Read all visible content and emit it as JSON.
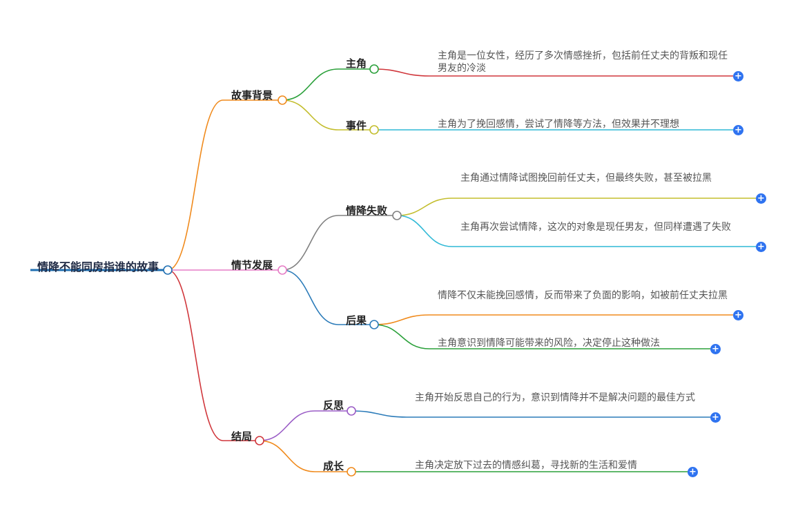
{
  "root": {
    "label": "情降不能同房指谁的故事"
  },
  "branches": [
    {
      "label": "故事背景",
      "children": [
        {
          "label": "主角",
          "leaves": [
            {
              "text": "主角是一位女性，经历了多次情感挫折，包括前任丈夫的背叛和现任男友的冷淡"
            }
          ]
        },
        {
          "label": "事件",
          "leaves": [
            {
              "text": "主角为了挽回感情，尝试了情降等方法，但效果并不理想"
            }
          ]
        }
      ]
    },
    {
      "label": "情节发展",
      "children": [
        {
          "label": "情降失败",
          "leaves": [
            {
              "text": "主角通过情降试图挽回前任丈夫，但最终失败，甚至被拉黑"
            },
            {
              "text": "主角再次尝试情降，这次的对象是现任男友，但同样遭遇了失败"
            }
          ]
        },
        {
          "label": "后果",
          "leaves": [
            {
              "text": "情降不仅未能挽回感情，反而带来了负面的影响，如被前任丈夫拉黑"
            },
            {
              "text": "主角意识到情降可能带来的风险，决定停止这种做法"
            }
          ]
        }
      ]
    },
    {
      "label": "结局",
      "children": [
        {
          "label": "反思",
          "leaves": [
            {
              "text": "主角开始反思自己的行为，意识到情降并不是解决问题的最佳方式"
            }
          ]
        },
        {
          "label": "成长",
          "leaves": [
            {
              "text": "主角决定放下过去的情感纠葛，寻找新的生活和爱情"
            }
          ]
        }
      ]
    }
  ],
  "expand_symbol": "+",
  "colors": {
    "root": "#1f6fb2",
    "branch_story": "#f08a1c",
    "branch_plot": "#e67cc5",
    "branch_end": "#d0363b",
    "protagonist": "#2aa03a",
    "event": "#c3bd2c",
    "failure": "#808080",
    "consequence": "#2b7bb9",
    "reflect": "#9a5cc6",
    "growth": "#f08a1c",
    "leaf_red": "#d0363b",
    "leaf_cyan": "#2fb9d6",
    "leaf_olive": "#c3bd2c",
    "leaf_orange": "#f08a1c",
    "leaf_green": "#2aa03a",
    "leaf_blue": "#2b7bb9",
    "plus": "#2f73f0"
  }
}
